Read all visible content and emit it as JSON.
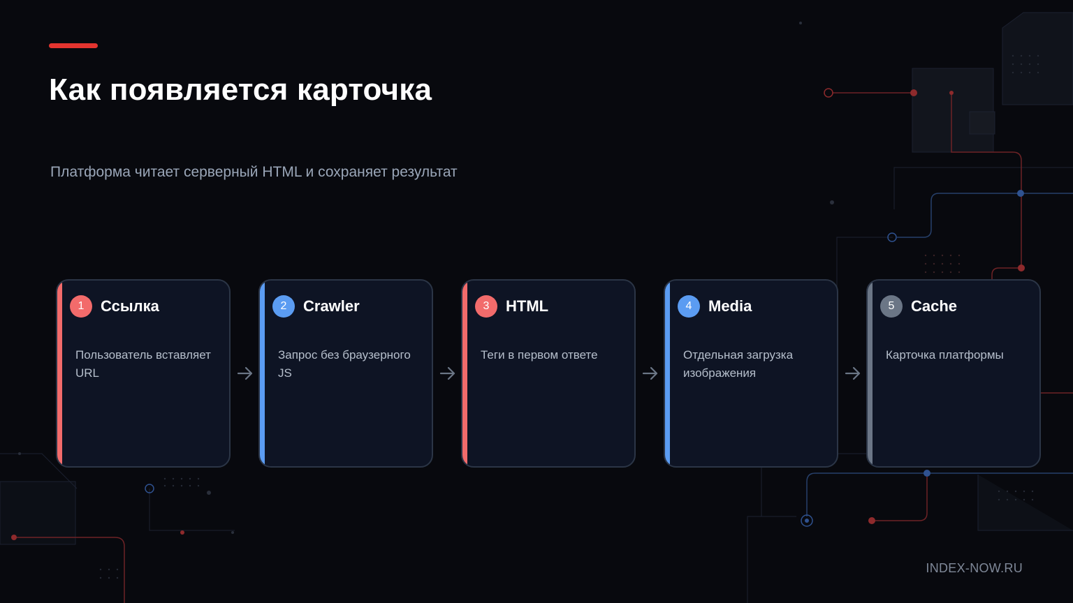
{
  "header": {
    "title": "Как появляется карточка",
    "subtitle": "Платформа читает серверный HTML и сохраняет результат"
  },
  "steps": [
    {
      "number": "1",
      "title": "Ссылка",
      "description": "Пользователь вставляет URL",
      "color": "#f26b6b"
    },
    {
      "number": "2",
      "title": "Crawler",
      "description": "Запрос без браузерного JS",
      "color": "#5b9cf2"
    },
    {
      "number": "3",
      "title": "HTML",
      "description": "Теги в первом ответе",
      "color": "#f26b6b"
    },
    {
      "number": "4",
      "title": "Media",
      "description": "Отдельная загрузка изображения",
      "color": "#5b9cf2"
    },
    {
      "number": "5",
      "title": "Cache",
      "description": "Карточка платформы",
      "color": "#6b7686"
    }
  ],
  "footer": {
    "brand": "INDEX-NOW.RU"
  },
  "colors": {
    "accent": "#e3342f",
    "background": "#08090e",
    "card": "#0e1424",
    "arrow": "#6b7686"
  }
}
